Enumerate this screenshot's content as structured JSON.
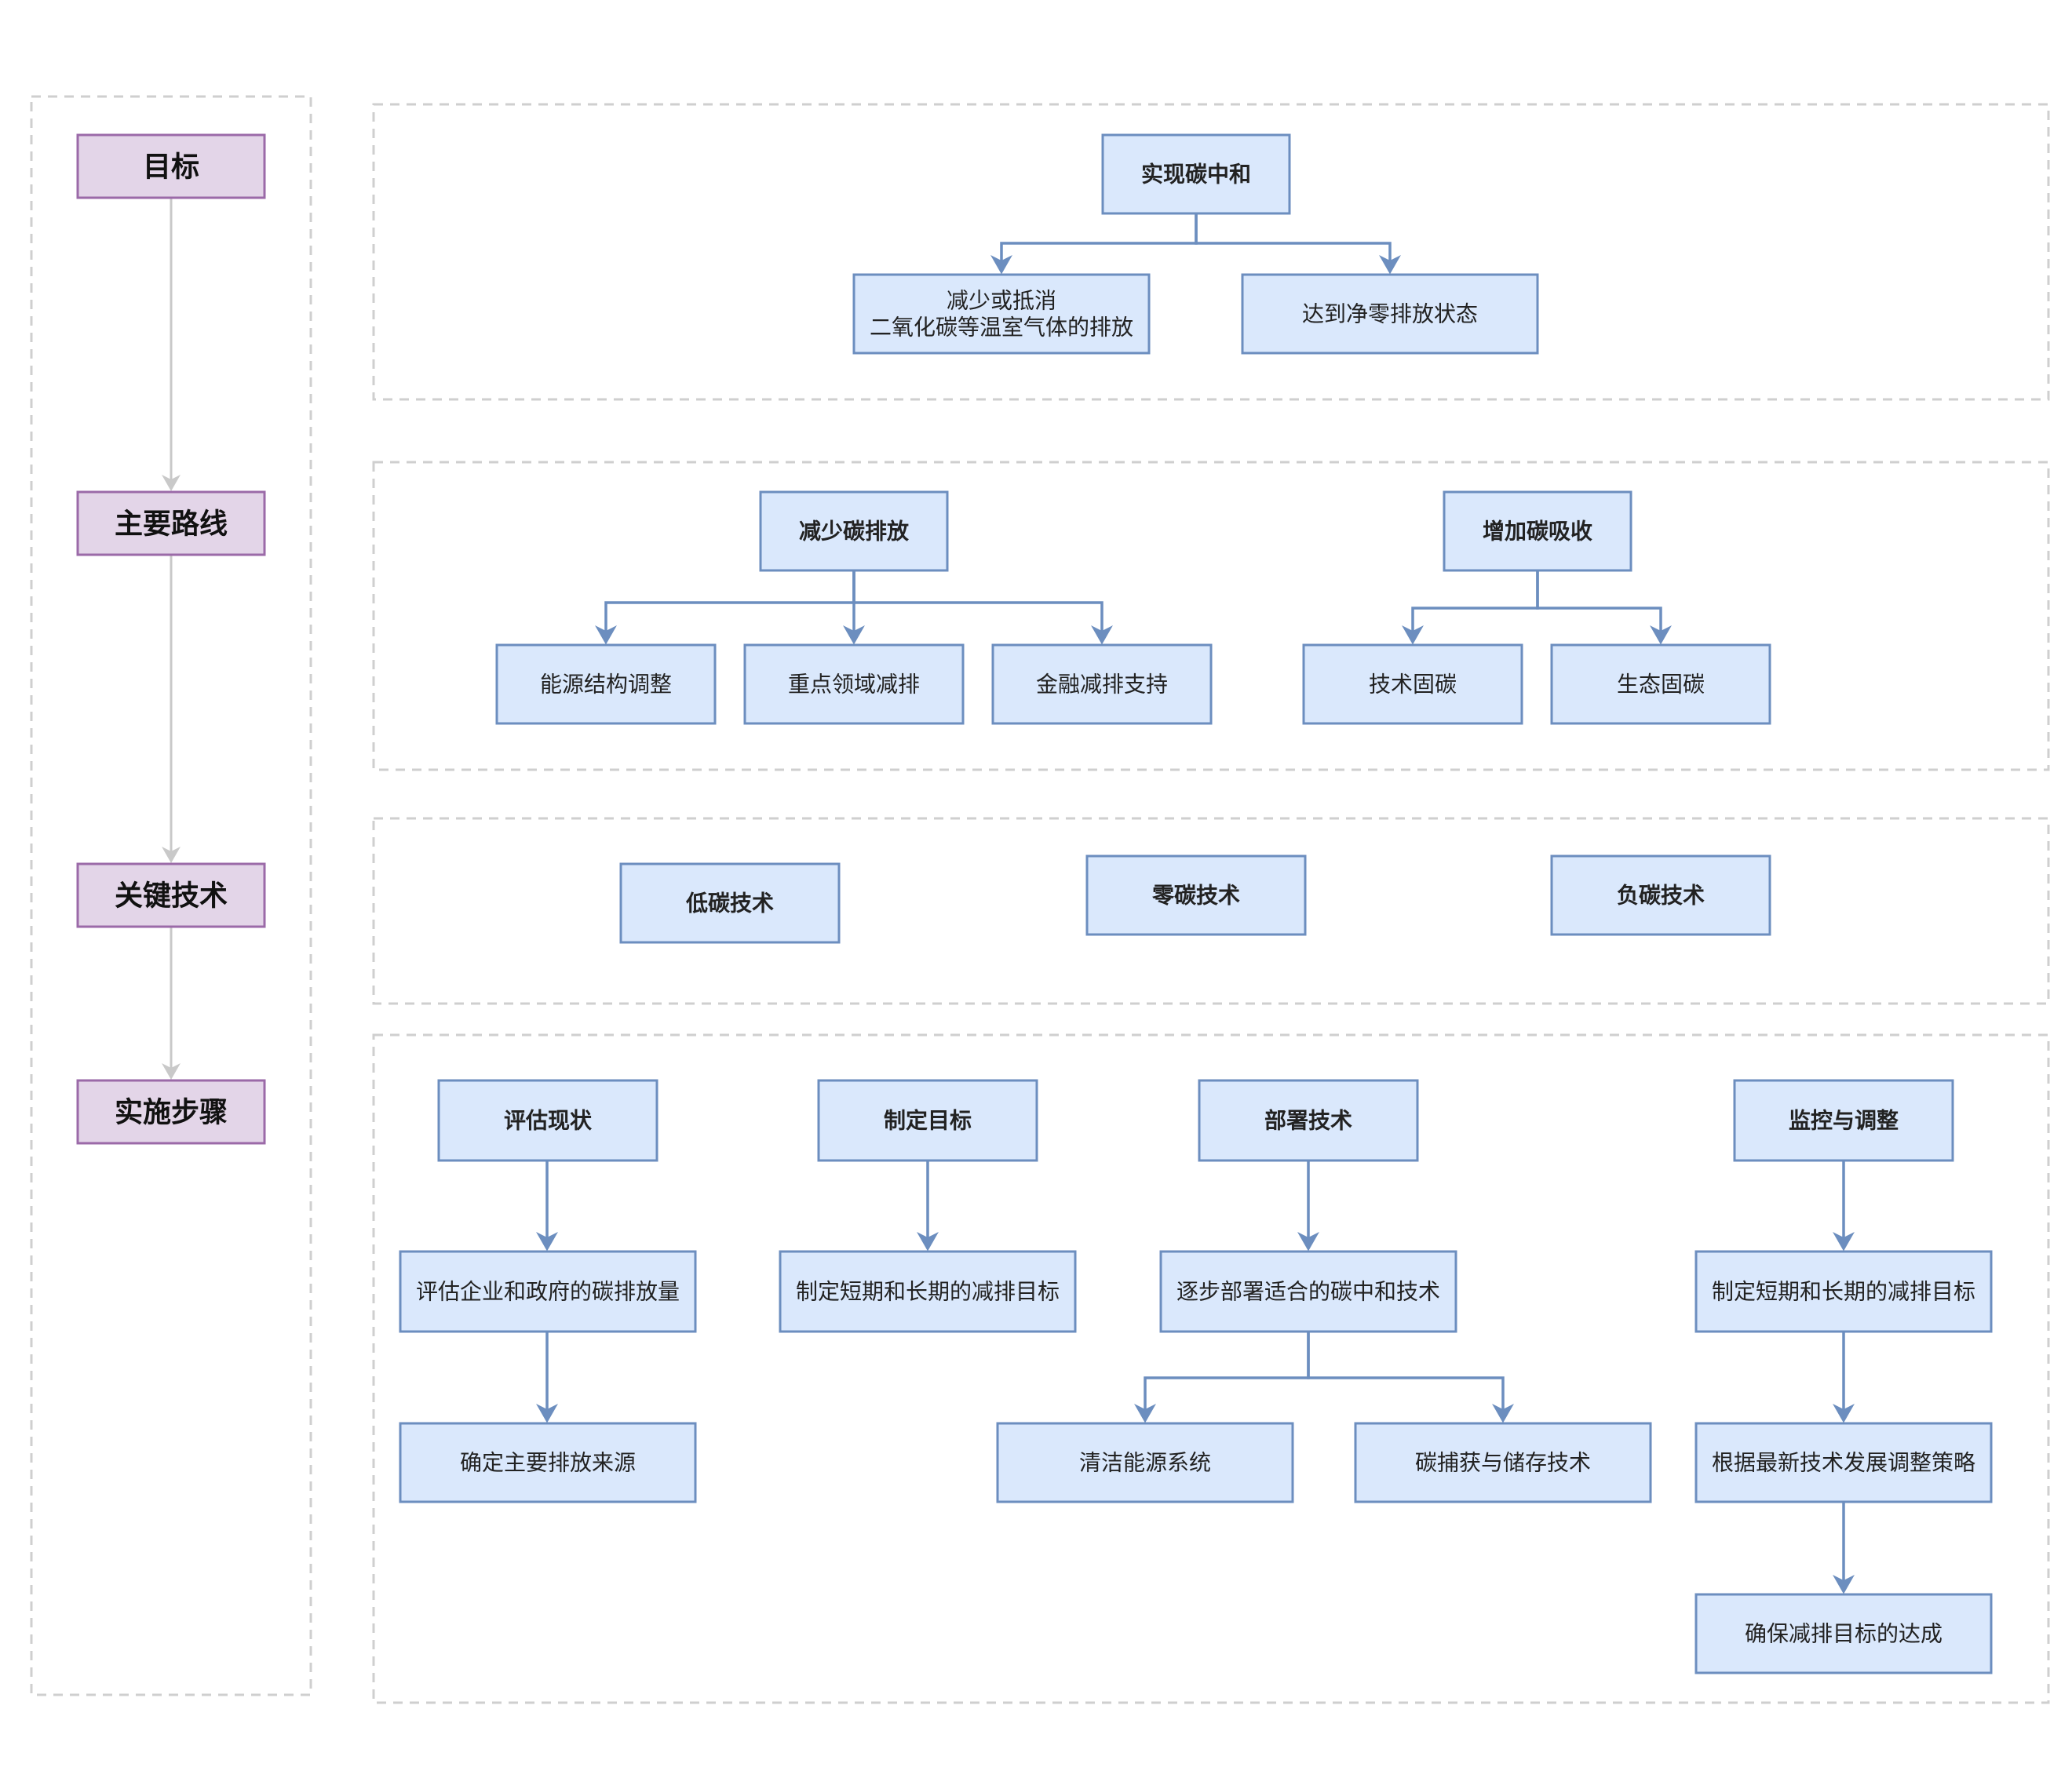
{
  "colors": {
    "tier_fill": "#e3d5e8",
    "tier_stroke": "#9b6aa8",
    "node_fill": "#dae8fc",
    "node_stroke": "#6c8ebf",
    "frame_stroke": "#cfcfcf"
  },
  "tiers": [
    {
      "id": "goal",
      "label": "目标"
    },
    {
      "id": "route",
      "label": "主要路线"
    },
    {
      "id": "tech",
      "label": "关键技术"
    },
    {
      "id": "steps",
      "label": "实施步骤"
    }
  ],
  "nodes": {
    "carbon_neutral": {
      "lines": [
        "实现碳中和"
      ]
    },
    "reduce_offset": {
      "lines": [
        "减少或抵消",
        "二氧化碳等温室气体的排放"
      ]
    },
    "net_zero": {
      "lines": [
        "达到净零排放状态"
      ]
    },
    "reduce_emission": {
      "lines": [
        "减少碳排放"
      ]
    },
    "increase_absorb": {
      "lines": [
        "增加碳吸收"
      ]
    },
    "energy_structure": {
      "lines": [
        "能源结构调整"
      ]
    },
    "key_sector": {
      "lines": [
        "重点领域减排"
      ]
    },
    "finance_support": {
      "lines": [
        "金融减排支持"
      ]
    },
    "tech_sink": {
      "lines": [
        "技术固碳"
      ]
    },
    "eco_sink": {
      "lines": [
        "生态固碳"
      ]
    },
    "low_carbon": {
      "lines": [
        "低碳技术"
      ]
    },
    "zero_carbon": {
      "lines": [
        "零碳技术"
      ]
    },
    "negative_carbon": {
      "lines": [
        "负碳技术"
      ]
    },
    "assess_status": {
      "lines": [
        "评估现状"
      ]
    },
    "set_goals": {
      "lines": [
        "制定目标"
      ]
    },
    "deploy_tech": {
      "lines": [
        "部署技术"
      ]
    },
    "monitor_adjust": {
      "lines": [
        "监控与调整"
      ]
    },
    "assess_emissions": {
      "lines": [
        "评估企业和政府的碳排放量"
      ]
    },
    "main_sources": {
      "lines": [
        "确定主要排放来源"
      ]
    },
    "short_long_targets": {
      "lines": [
        "制定短期和长期的减排目标"
      ]
    },
    "gradual_deploy": {
      "lines": [
        "逐步部署适合的碳中和技术"
      ]
    },
    "clean_energy": {
      "lines": [
        "清洁能源系统"
      ]
    },
    "ccs": {
      "lines": [
        "碳捕获与储存技术"
      ]
    },
    "short_long_targets_2": {
      "lines": [
        "制定短期和长期的减排目标"
      ]
    },
    "adjust_strategy": {
      "lines": [
        "根据最新技术发展调整策略"
      ]
    },
    "ensure_targets": {
      "lines": [
        "确保减排目标的达成"
      ]
    }
  }
}
